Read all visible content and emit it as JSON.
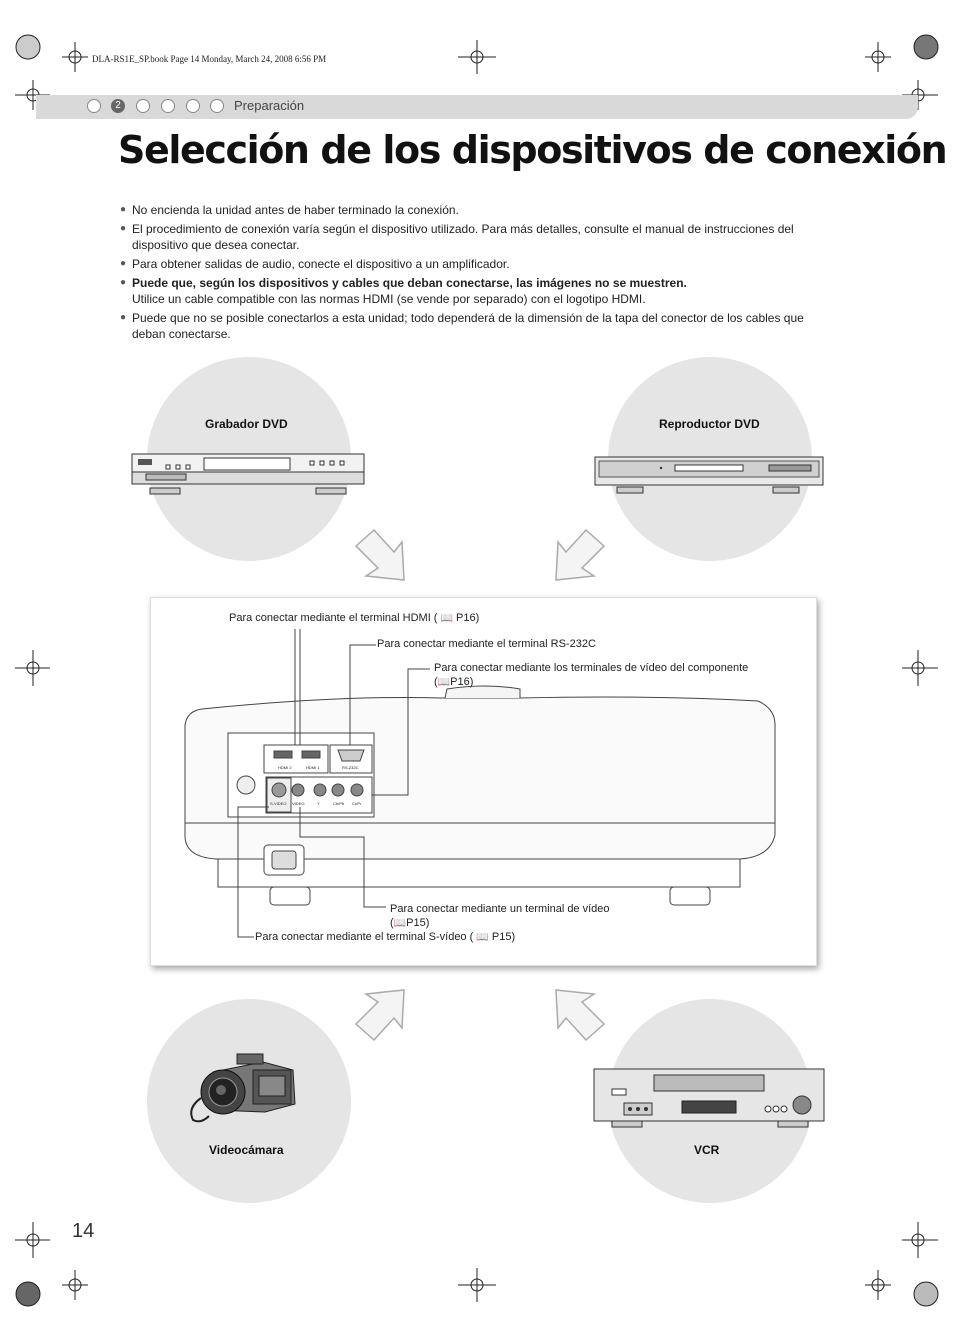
{
  "print_info": "DLA-RS1E_SP.book  Page 14  Monday, March 24, 2008  6:56 PM",
  "header": {
    "step_active": "2",
    "section": "Preparación"
  },
  "title": "Selección de los dispositivos de conexión",
  "bullets": [
    "No encienda la unidad antes de haber terminado la conexión.",
    "El procedimiento de conexión varía según el dispositivo utilizado. Para más detalles, consulte el manual de instrucciones del dispositivo que desea conectar.",
    "Para obtener salidas de audio, conecte el dispositivo a un amplificador."
  ],
  "bullet_strong": "Puede que, según los dispositivos y cables que deban conectarse, las imágenes no se muestren.",
  "bullet_strong_sub": "Utilice un cable compatible con las normas HDMI (se vende por separado) con el logotipo HDMI.",
  "bullet_last": "Puede que no se posible conectarlos a esta unidad; todo dependerá de la dimensión de la tapa del conector de los cables que deban conectarse.",
  "devices": {
    "dvd_recorder": "Grabador DVD",
    "dvd_player": "Reproductor DVD",
    "camcorder": "Videocámara",
    "vcr": "VCR"
  },
  "callouts": {
    "hdmi": "Para conectar mediante el terminal HDMI (",
    "hdmi_ref": "P16",
    "rs232": "Para conectar mediante el terminal RS-232C",
    "component_1": "Para conectar mediante los terminales de vídeo del componente",
    "component_ref": "P16",
    "video_1": "Para conectar mediante un terminal de vídeo",
    "video_ref": "P15",
    "svideo": "Para conectar mediante el terminal S-vídeo (",
    "svideo_ref": "P15"
  },
  "panel_labels": {
    "hdmi2": "HDMI 2",
    "hdmi1": "HDMI 1",
    "rs232c": "RS-232C",
    "svideo": "S-VIDEO",
    "video": "VIDEO",
    "y": "Y",
    "pb": "Cb/Pb",
    "pr": "Cr/Pr"
  },
  "icons": {
    "book": "📖"
  },
  "page_number": "14"
}
